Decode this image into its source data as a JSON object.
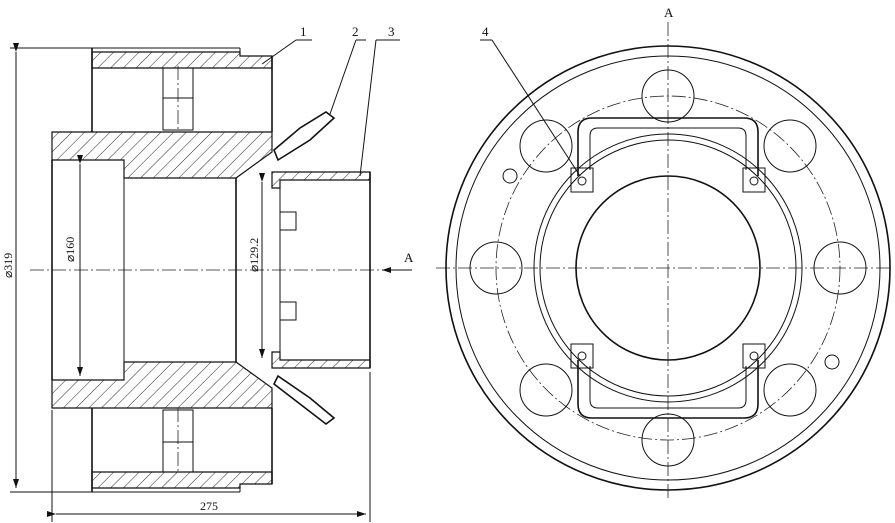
{
  "labels": {
    "part1": "1",
    "part2": "2",
    "part3": "3",
    "part4": "4",
    "view_a_top": "A",
    "view_a_arrow": "A"
  },
  "dimensions": {
    "outer_diameter": "⌀319",
    "bore_diameter": "⌀160",
    "tube_diameter": "⌀129.2",
    "overall_length": "275"
  }
}
